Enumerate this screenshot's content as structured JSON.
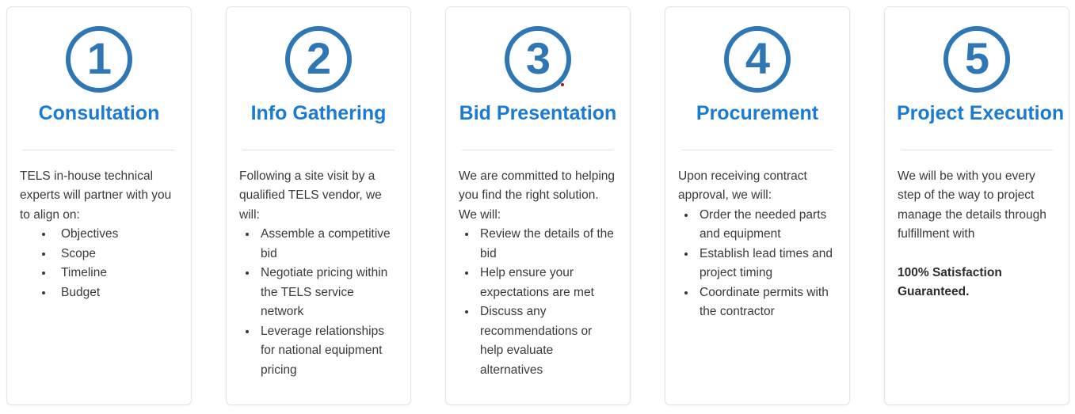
{
  "theme": {
    "badge_color": "#2e76b4",
    "title_color": "#1a7ad4",
    "body_color": "#3a3a3c",
    "card_border": "#e3e4e6",
    "divider_color": "#e2e2e2",
    "dot_color": "#a01c20",
    "background": "#ffffff"
  },
  "steps": [
    {
      "number": "1",
      "title": "Consultation",
      "intro": "TELS in-house technical experts will partner with you to align on:",
      "bullets": [
        "Objectives",
        "Scope",
        "Timeline",
        "Budget"
      ],
      "extra_indent": true,
      "emphasis": "",
      "has_dot": false
    },
    {
      "number": "2",
      "title": "Info Gathering",
      "intro": "Following a site visit by a qualified TELS vendor, we will:",
      "bullets": [
        "Assemble a competitive bid",
        "Negotiate pricing within the TELS service network",
        "Leverage relationships for national equipment pricing"
      ],
      "extra_indent": false,
      "emphasis": "",
      "has_dot": false
    },
    {
      "number": "3",
      "title": "Bid Presentation",
      "intro": "We are committed to helping you find the right solution. We will:",
      "bullets": [
        "Review the details of the bid",
        "Help ensure your expectations are met",
        "Discuss any recommendations or help evaluate alternatives"
      ],
      "extra_indent": false,
      "emphasis": "",
      "has_dot": true
    },
    {
      "number": "4",
      "title": "Procurement",
      "intro": "Upon receiving contract approval, we will:",
      "bullets": [
        "Order the needed parts and equipment",
        "Establish lead times and project timing",
        "Coordinate permits with the contractor"
      ],
      "extra_indent": false,
      "emphasis": "",
      "has_dot": false
    },
    {
      "number": "5",
      "title": "Project Execution",
      "intro": "We will be with you every step of the way to project manage the details through fulfillment with",
      "bullets": [],
      "extra_indent": false,
      "emphasis": "100% Satisfaction Guaranteed.",
      "has_dot": false
    }
  ]
}
